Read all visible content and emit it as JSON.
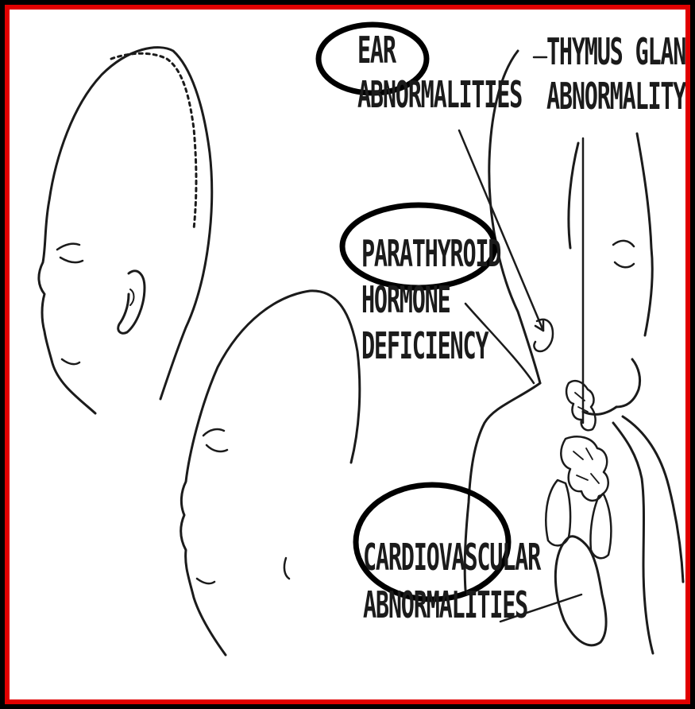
{
  "labels": {
    "ear": [
      "EAR",
      "ABNORMALITIES"
    ],
    "thymus": [
      "THYMUS GLAND",
      "ABNORMALITY"
    ],
    "parathyroid": [
      "PARATHYROID",
      "HORMONE",
      "DEFICIENCY"
    ],
    "cardiovascular": [
      "CARDIOVASCULAR",
      "ABNORMALITIES"
    ]
  },
  "colors": {
    "frame_border": "#e10000",
    "background": "#ffffff",
    "ink": "#1b1b1b",
    "highlight_circle": "#000000"
  }
}
